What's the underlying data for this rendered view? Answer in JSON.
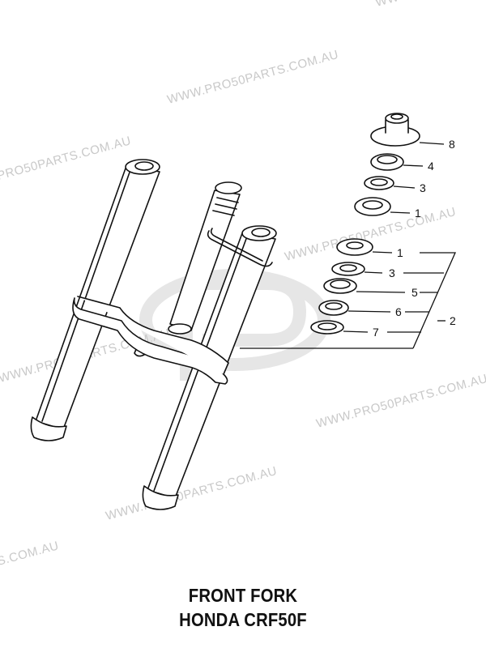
{
  "title": {
    "line1": "FRONT FORK",
    "line2": "HONDA CRF50F"
  },
  "watermark": {
    "text": "WWW.PRO50PARTS.COM.AU",
    "short_text": "PRO50PARTS.COM.AU",
    "tail_text": "S.COM.AU",
    "corner_text": "WWW"
  },
  "callouts": [
    {
      "id": "8",
      "label": "8"
    },
    {
      "id": "4",
      "label": "4"
    },
    {
      "id": "3a",
      "label": "3"
    },
    {
      "id": "1a",
      "label": "1"
    },
    {
      "id": "1b",
      "label": "1"
    },
    {
      "id": "3b",
      "label": "3"
    },
    {
      "id": "5",
      "label": "5"
    },
    {
      "id": "6",
      "label": "6"
    },
    {
      "id": "7",
      "label": "7"
    },
    {
      "id": "2",
      "label": "2"
    }
  ],
  "colors": {
    "line": "#111111",
    "watermark": "#c9c9c9",
    "logo": "#e6e6e6"
  }
}
